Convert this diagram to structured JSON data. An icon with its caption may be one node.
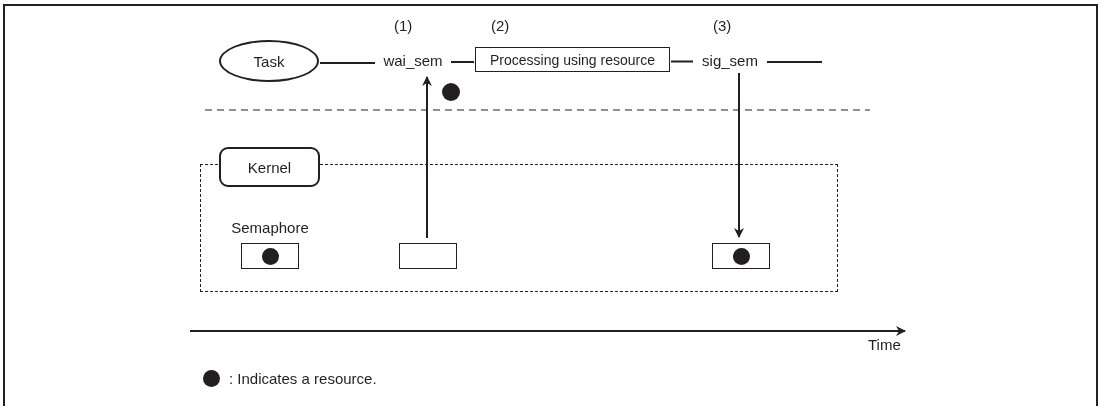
{
  "diagram": {
    "nodes": [
      {
        "text": [
          "Task"
        ]
      },
      {
        "text": [
          "wai_sem"
        ]
      },
      {
        "text": [
          "Processing using resource"
        ]
      },
      {
        "text": [
          "sig_sem"
        ]
      },
      {
        "text": [],
        "shape": "box"
      },
      {
        "text": [
          "Kernel"
        ]
      },
      {
        "text": [],
        "shape": "box",
        "beside": [
          "Semaphore"
        ],
        "in": 4
      },
      {
        "text": [],
        "shape": "box",
        "in": 4
      },
      {
        "text": [],
        "shape": "box",
        "in": 4
      }
    ],
    "edges": [
      {
        "from": 0,
        "to": 1,
        "arrow": "none"
      },
      {
        "from": 1,
        "to": 2,
        "arrow": "none"
      },
      {
        "from": 2,
        "to": 3,
        "arrow": "none"
      },
      {
        "from": 3,
        "to": null,
        "arrow": "none"
      },
      {
        "from": 7,
        "to": 1,
        "arrow": "to"
      },
      {
        "from": 3,
        "to": 8,
        "arrow": "to"
      }
    ],
    "labels": [
      "(1)",
      "(2)",
      "(3)",
      "Time"
    ],
    "legend": [
      {
        "text": ": Indicates a resource."
      }
    ]
  }
}
